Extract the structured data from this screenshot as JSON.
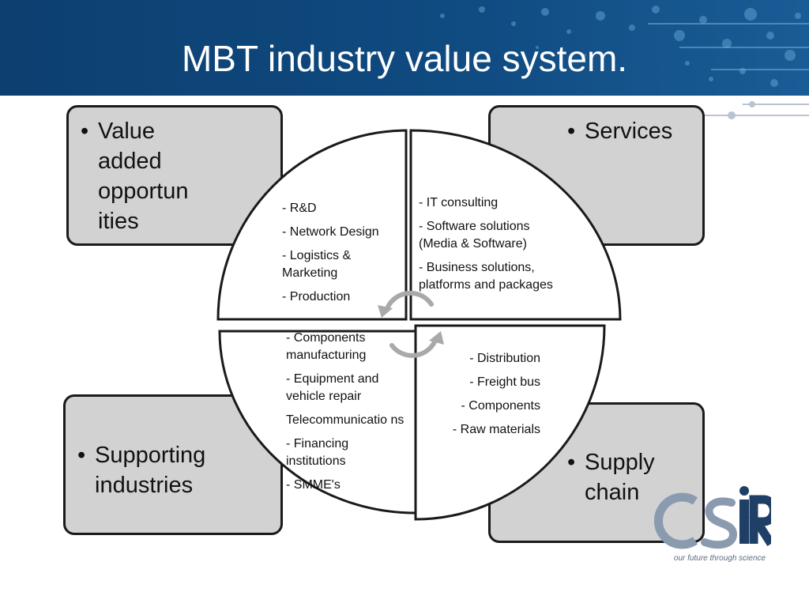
{
  "slide": {
    "title": "MBT industry value system."
  },
  "boxes": {
    "top_left": "Value added opportun ities",
    "top_right": "Services",
    "bottom_left": "Supporting industries",
    "bottom_right": "Supply chain",
    "bullet": "•"
  },
  "quadrants": {
    "top_left": [
      "- R&D",
      "- Network Design",
      "- Logistics & Marketing",
      "- Production"
    ],
    "top_right": [
      "- IT consulting",
      "- Software solutions (Media & Software)",
      "- Business solutions, platforms and packages"
    ],
    "bottom_left": [
      "- Components manufacturing",
      "- Equipment and vehicle repair",
      "Telecommunicatio ns",
      "- Financing institutions",
      "- SMME's"
    ],
    "bottom_right": [
      "- Distribution",
      "- Freight bus",
      "- Components",
      "- Raw materials"
    ]
  },
  "logo": {
    "text": "CSIR",
    "tagline": "our future through science"
  },
  "colors": {
    "header": "#0f4a80",
    "box_fill": "#d2d2d2",
    "outline": "#1a1a1a",
    "logo_dark": "#1f3f66",
    "logo_light": "#8a9bb0"
  }
}
